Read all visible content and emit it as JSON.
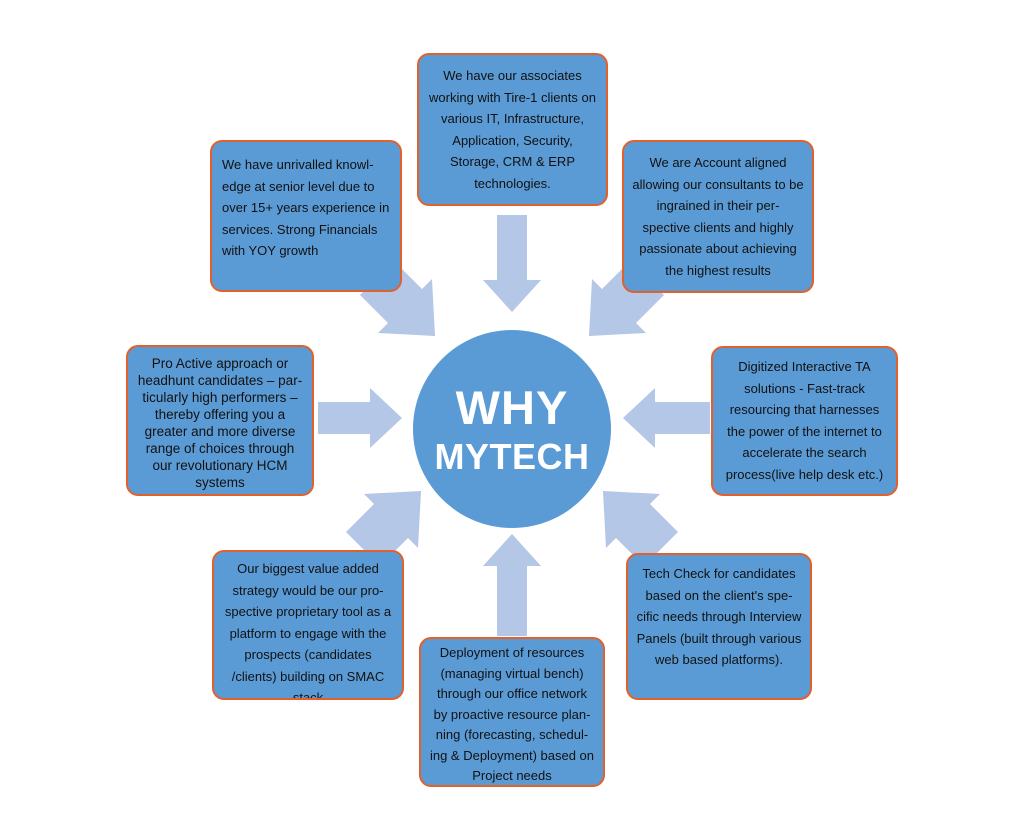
{
  "center": {
    "line1": "WHY",
    "line2": "MYTECH"
  },
  "boxes": [
    {
      "id": "top",
      "text": "We have our associates working with Tire-1 clients on various IT, Infrastructure, Application, Security, Storage, CRM & ERP technologies."
    },
    {
      "id": "top-left",
      "text": "We have unrivalled knowl- edge at senior level due to over 15+ years experience in services. Strong Financials with YOY growth"
    },
    {
      "id": "top-right",
      "text": "We are Account aligned allowing our consultants to be ingrained in their per- spective clients and highly passionate about achieving the highest results"
    },
    {
      "id": "left",
      "text": "Pro Active approach or headhunt candidates – par- ticularly high performers – thereby offering you a greater and more diverse range of choices through our revolutionary HCM systems"
    },
    {
      "id": "right",
      "text": "Digitized Interactive TA solutions - Fast-track resourcing that harnesses the power of the internet to accelerate the search process(live help desk etc.)"
    },
    {
      "id": "bottom-left",
      "text": "Our biggest value added strategy would be our pro- spective proprietary tool as a platform to engage with the prospects (candidates /clients) building on SMAC stack"
    },
    {
      "id": "bottom",
      "text": "Deployment of resources (managing virtual bench) through our office network by proactive resource plan- ning (forecasting, schedul- ing & Deployment) based on Project needs"
    },
    {
      "id": "bottom-right",
      "text": "Tech Check for candidates based on the client's spe- cific needs through Interview Panels (built through various web based platforms)."
    }
  ],
  "colors": {
    "box_fill": "#5b9bd5",
    "box_border": "#e2612a",
    "arrow_fill": "#b4c7e7",
    "center_fill": "#5b9bd5"
  }
}
